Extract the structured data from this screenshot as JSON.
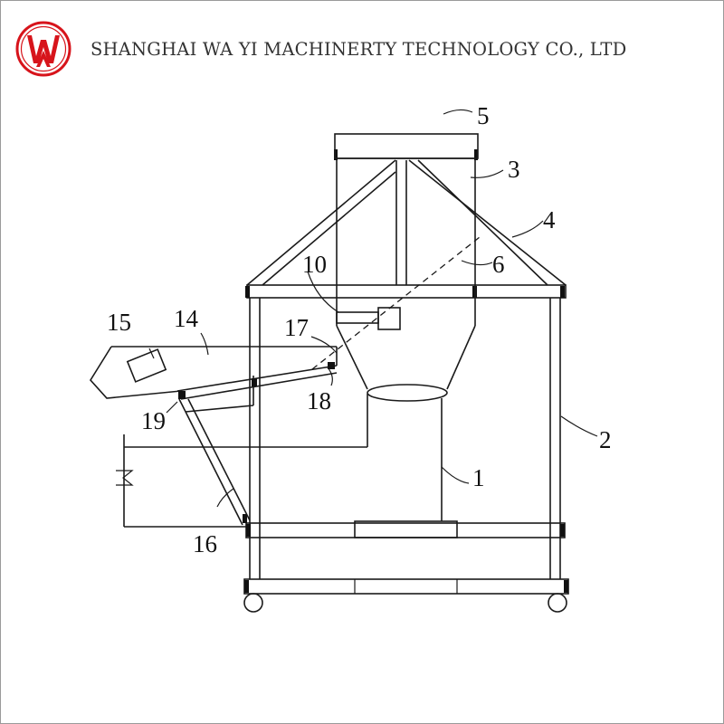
{
  "header": {
    "company_name": "SHANGHAI WA YI MACHINERTY TECHNOLOGY CO., LTD",
    "logo_letters": "WY",
    "logo_color": "#d7141b"
  },
  "diagram": {
    "part_labels": {
      "p1": "1",
      "p2": "2",
      "p3": "3",
      "p4": "4",
      "p5": "5",
      "p6": "6",
      "p10": "10",
      "p14": "14",
      "p15": "15",
      "p16": "16",
      "p17": "17",
      "p18": "18",
      "p19": "19"
    }
  }
}
